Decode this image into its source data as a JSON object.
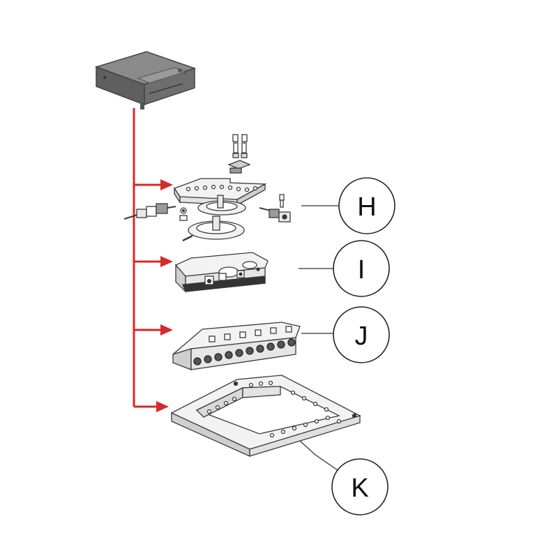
{
  "diagram": {
    "colors": {
      "arrow": "#d42a2a",
      "outline": "#3a3a3a",
      "part_fill": "#f2f2f2",
      "part_shade": "#cfcfcf",
      "dark_fill": "#7a7a7a",
      "leader": "#333333"
    },
    "callouts": [
      {
        "id": "H",
        "label": "H"
      },
      {
        "id": "I",
        "label": "I"
      },
      {
        "id": "J",
        "label": "J"
      },
      {
        "id": "K",
        "label": "K"
      }
    ]
  }
}
